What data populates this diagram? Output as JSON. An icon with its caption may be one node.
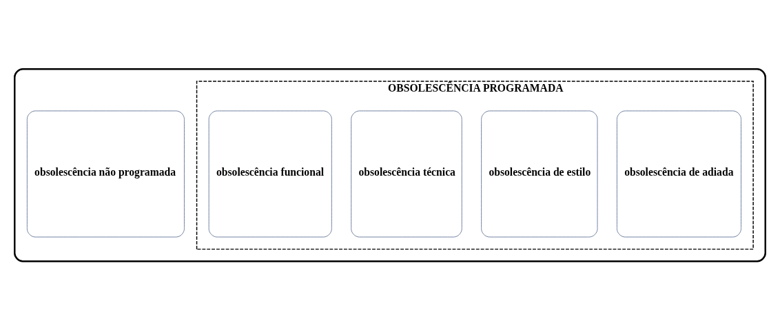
{
  "diagram": {
    "nodes": [
      {
        "text": [],
        "shape": "box"
      },
      {
        "text": [
          "OBSOLESCÊNCIA PROGRAMADA"
        ],
        "in": 0
      },
      {
        "text": [
          "obsolescência funcional"
        ],
        "in": 1
      },
      {
        "text": [
          "obsolescência técnica"
        ],
        "in": 1
      },
      {
        "text": [
          "obsolescência de estilo"
        ],
        "in": 1
      },
      {
        "text": [
          "obsolescência de adiada"
        ],
        "in": 1
      },
      {
        "text": [
          "obsolescência não programada"
        ],
        "in": 0
      }
    ],
    "edges": []
  }
}
